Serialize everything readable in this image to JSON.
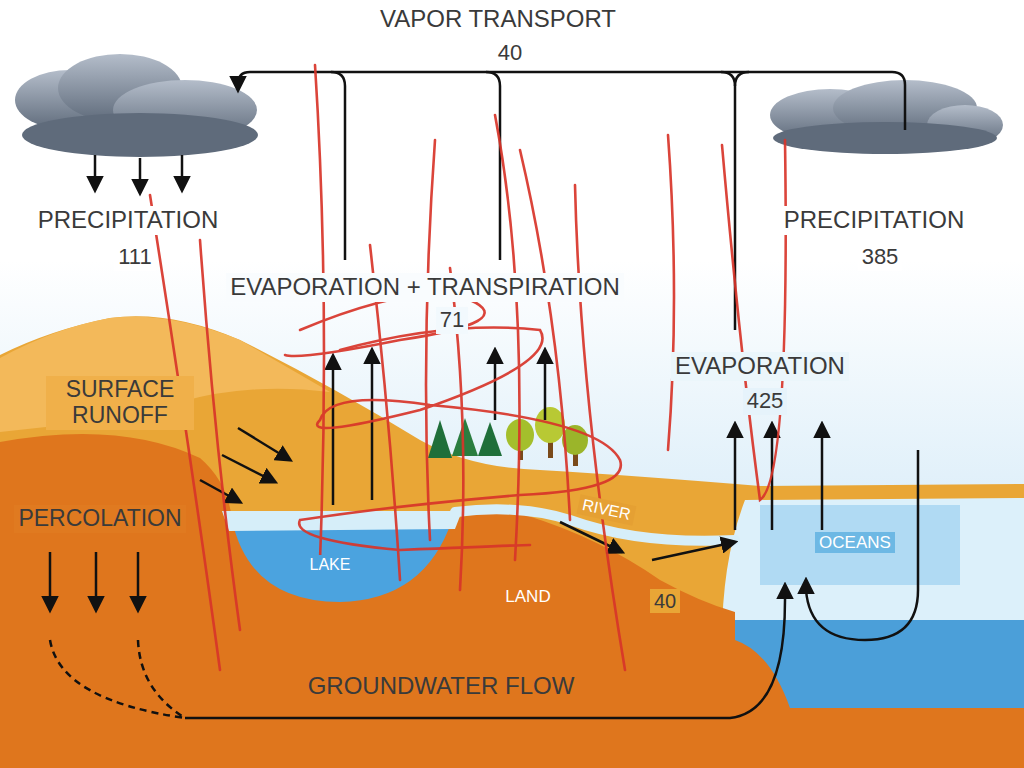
{
  "diagram": {
    "labels": [
      "VAPOR TRANSPORT",
      "40",
      "PRECIPITATION",
      "111",
      "PRECIPITATION",
      "385",
      "EVAPORATION + TRANSPIRATION",
      "71",
      "EVAPORATION",
      "425",
      "SURFACE RUNOFF",
      "PERCOLATION",
      "RIVER",
      "LAKE",
      "OCEANS",
      "LAND",
      "40",
      "GROUNDWATER FLOW"
    ]
  }
}
